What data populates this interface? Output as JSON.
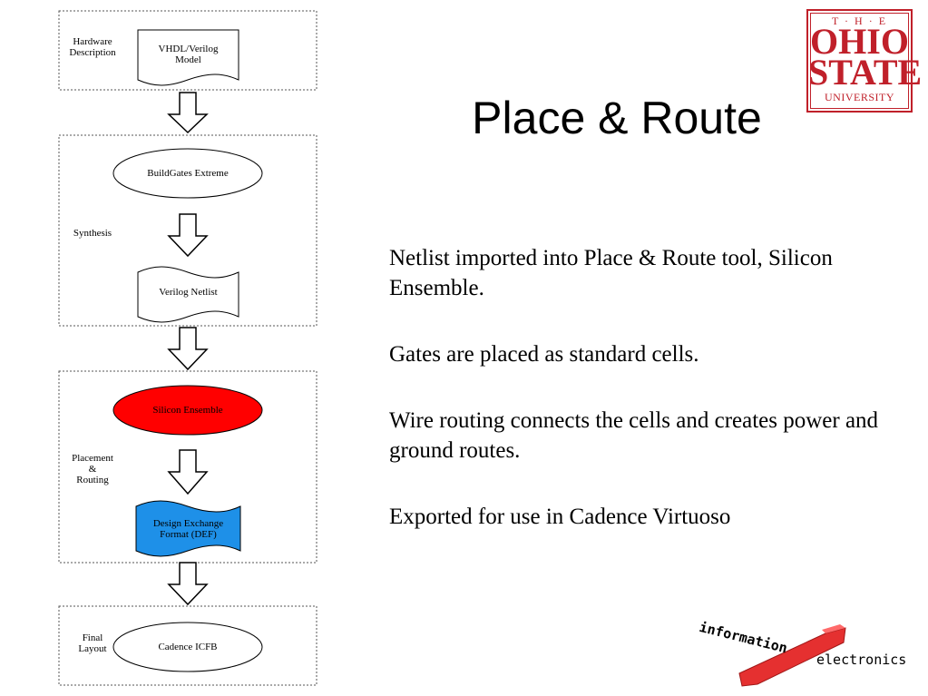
{
  "slide": {
    "title": "Place & Route",
    "bullets": [
      "Netlist imported into Place & Route tool, Silicon Ensemble.",
      "Gates are placed as standard cells.",
      "Wire routing connects the cells and creates power and ground routes.",
      "Exported for use in Cadence Virtuoso"
    ]
  },
  "flow": {
    "stages": [
      {
        "label": "Hardware\nDescription"
      },
      {
        "label": "Synthesis"
      },
      {
        "label": "Placement\n&\nRouting"
      },
      {
        "label": "Final\nLayout"
      }
    ],
    "nodes": [
      {
        "text": "VHDL/Verilog\nModel",
        "shape": "document",
        "fill": "#ffffff"
      },
      {
        "text": "BuildGates Extreme",
        "shape": "ellipse",
        "fill": "#ffffff"
      },
      {
        "text": "Verilog Netlist",
        "shape": "document",
        "fill": "#ffffff"
      },
      {
        "text": "Silicon Ensemble",
        "shape": "ellipse",
        "fill": "#ff0000"
      },
      {
        "text": "Design Exchange\nFormat (DEF)",
        "shape": "document",
        "fill": "#1e90e8"
      },
      {
        "text": "Cadence ICFB",
        "shape": "ellipse",
        "fill": "#ffffff"
      }
    ]
  },
  "logos": {
    "osu": {
      "the": "T · H · E",
      "ohio": "OHIO",
      "state": "STATE",
      "university": "UNIVERSITY",
      "color": "#c0202a"
    },
    "ie": {
      "word1": "information",
      "word2": "electronics",
      "color": "#e03030"
    }
  }
}
